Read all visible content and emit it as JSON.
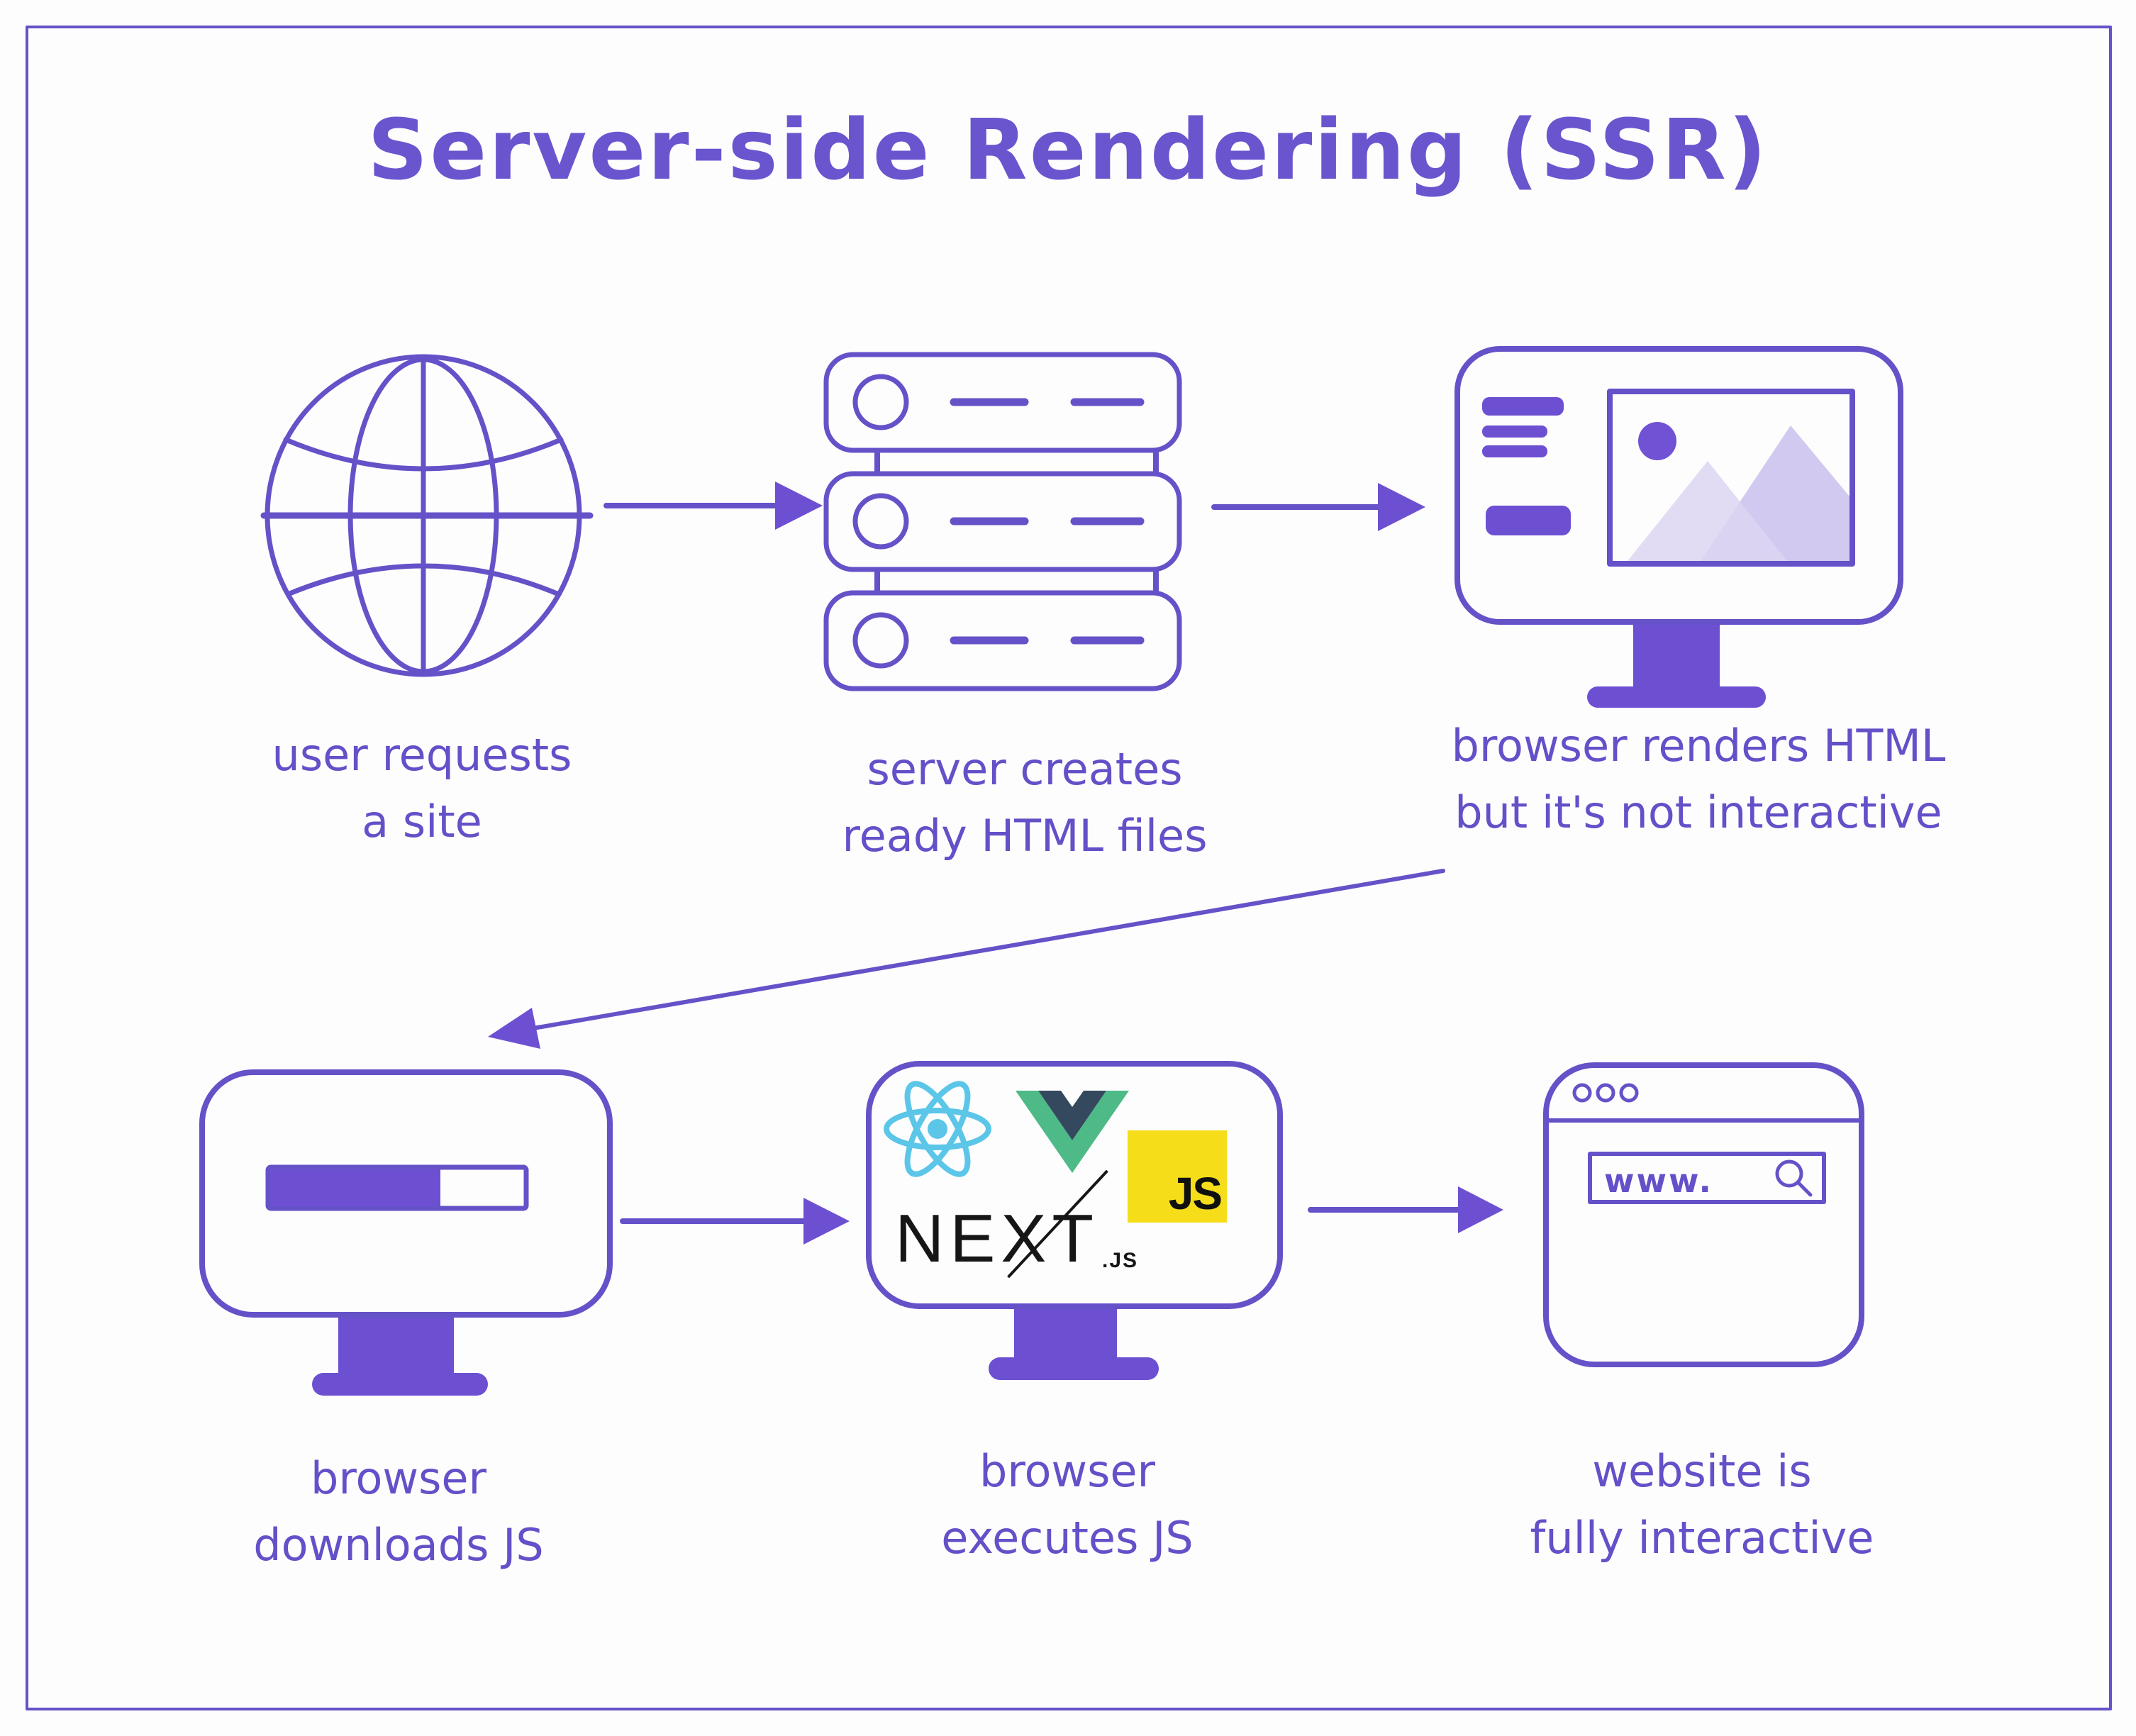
{
  "title": "Server-side Rendering (SSR)",
  "steps": [
    {
      "id": "user-request",
      "icon": "globe-icon",
      "line1": "user requests",
      "line2": "a site"
    },
    {
      "id": "server-creates",
      "icon": "server-stack-icon",
      "line1": "server creates",
      "line2": "ready HTML files"
    },
    {
      "id": "browser-renders",
      "icon": "monitor-webpage-icon",
      "line1": "browser renders HTML",
      "line2": "but it's not interactive"
    },
    {
      "id": "browser-downloads",
      "icon": "monitor-progress-icon",
      "line1": "browser",
      "line2": "downloads JS"
    },
    {
      "id": "browser-executes",
      "icon": "monitor-frameworks-icon",
      "line1": "browser",
      "line2": "executes JS"
    },
    {
      "id": "website-interactive",
      "icon": "browser-window-icon",
      "line1": "website is",
      "line2": "fully interactive"
    }
  ],
  "logos": {
    "react": "react-logo",
    "vue": "vue-logo",
    "js_badge_text": "JS",
    "next_text": "NEXT",
    "next_suffix": ".JS"
  },
  "browser_window": {
    "address_text": "www."
  },
  "visual": {
    "progress_fill_width": 240,
    "progress_percent_filled": 66
  },
  "colors": {
    "purple_stroke": "#6552c8",
    "purple_fill": "#6d50d2",
    "text_purple": "#6450c8",
    "lavender_light": "#dcd6f2",
    "lavender_mid": "#c9c0ec",
    "react_cyan": "#5bc6e8",
    "vue_green": "#4dba87",
    "vue_navy": "#34495e",
    "js_yellow": "#f5de19",
    "next_black": "#161616",
    "background": "#fdfdfe"
  }
}
